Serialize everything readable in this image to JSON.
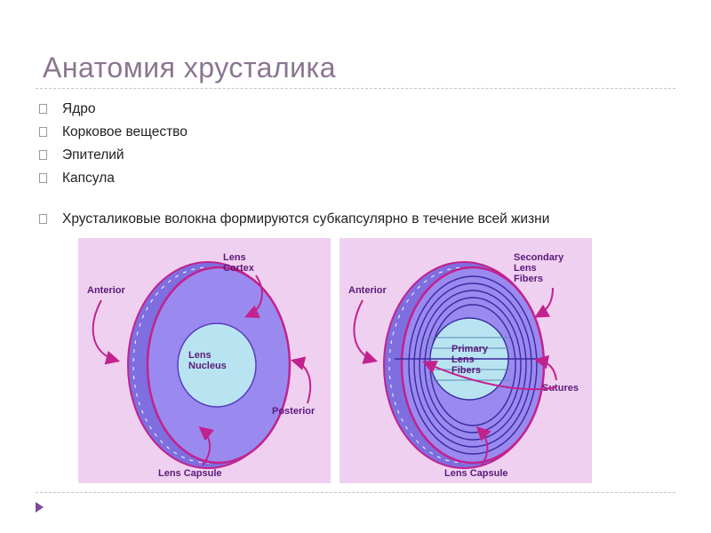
{
  "slide": {
    "title": "Анатомия хрусталика",
    "bullets": [
      "Ядро",
      "Корковое вещество",
      "Эпителий",
      "Капсула"
    ],
    "note": "Хрусталиковые волокна формируются субкапсулярно в течение всей жизни"
  },
  "diagram_left": {
    "labels": {
      "cortex": [
        "Lens",
        "Cortex"
      ],
      "anterior": "Anterior",
      "nucleus": [
        "Lens",
        "Nucleus"
      ],
      "posterior": "Posterior",
      "capsule": "Lens Capsule"
    }
  },
  "diagram_right": {
    "labels": {
      "secondary": [
        "Secondary",
        "Lens",
        "Fibers"
      ],
      "anterior": "Anterior",
      "primary": [
        "Primary",
        "Lens",
        "Fibers"
      ],
      "sutures": "Sutures",
      "capsule": "Lens Capsule"
    }
  },
  "colors": {
    "panel_bg": "#f0d0f0",
    "lens_fill": "#9a8af0",
    "nucleus_fill": "#b8e4f2",
    "capsule_stroke": "#c2228e",
    "label_color": "#5a1a7a",
    "title_color": "#8a7590"
  }
}
